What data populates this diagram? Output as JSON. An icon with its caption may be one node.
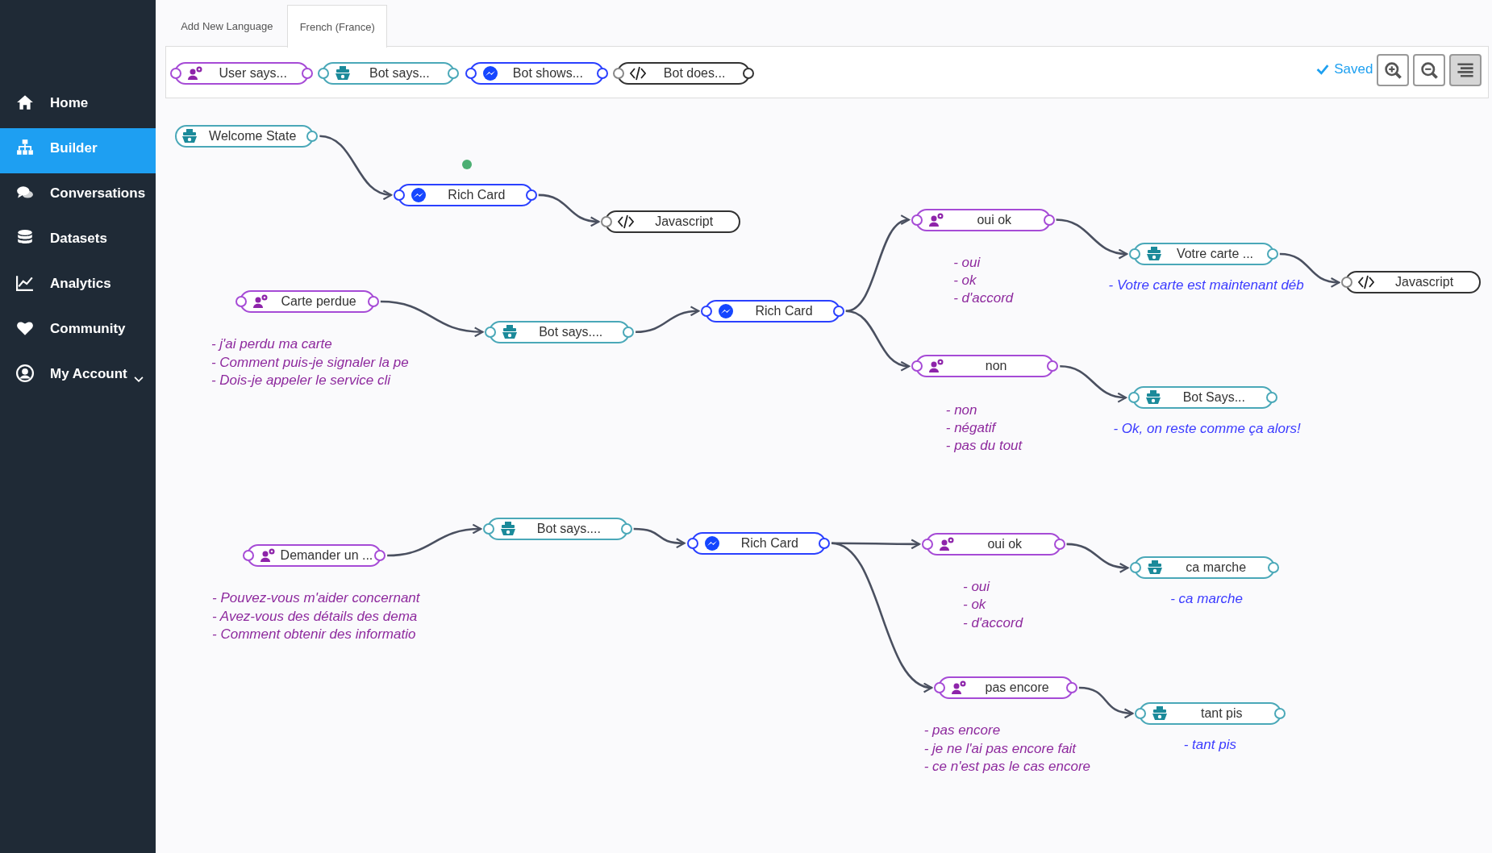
{
  "diagram": {
    "nodes": [
      {
        "text": [
          "User says..."
        ]
      },
      {
        "text": [
          "Bot says..."
        ]
      },
      {
        "text": [
          "Bot shows..."
        ]
      },
      {
        "text": [
          "Bot does..."
        ]
      },
      {
        "text": [
          "Welcome State"
        ]
      },
      {
        "text": [
          "Rich Card"
        ]
      },
      {
        "text": [
          "Javascript"
        ]
      },
      {
        "text": [
          "Carte perdue"
        ],
        "beside": [
          "- j'ai perdu ma carte",
          "- Comment puis-je signaler la pe",
          "- Dois-je appeler le service cli"
        ]
      },
      {
        "text": [
          "Bot says...."
        ]
      },
      {
        "text": [
          "Rich Card"
        ]
      },
      {
        "text": [
          "oui ok"
        ],
        "beside": [
          "- oui",
          "- ok",
          "- d'accord"
        ]
      },
      {
        "text": [
          "Votre carte ..."
        ],
        "beside": [
          "- Votre carte est maintenant déb"
        ]
      },
      {
        "text": [
          "Javascript"
        ]
      },
      {
        "text": [
          "non"
        ],
        "beside": [
          "- non",
          "- négatif",
          "- pas du tout"
        ]
      },
      {
        "text": [
          "Bot Says..."
        ],
        "beside": [
          "- Ok, on reste comme ça alors!"
        ]
      },
      {
        "text": [
          "Demander un ..."
        ],
        "beside": [
          "- Pouvez-vous m'aider concernant",
          "- Avez-vous des détails des dema",
          "- Comment obtenir des informatio"
        ]
      },
      {
        "text": [
          "Bot says...."
        ]
      },
      {
        "text": [
          "Rich Card"
        ]
      },
      {
        "text": [
          "oui ok"
        ],
        "beside": [
          "- oui",
          "- ok",
          "- d'accord"
        ]
      },
      {
        "text": [
          "ca marche"
        ],
        "beside": [
          "- ca marche"
        ]
      },
      {
        "text": [
          "pas encore"
        ],
        "beside": [
          "- pas encore",
          "- je ne l'ai pas encore fait",
          "- ce n'est pas le cas encore"
        ]
      },
      {
        "text": [
          "tant pis"
        ],
        "beside": [
          "- tant pis"
        ]
      }
    ],
    "edges": [
      {
        "from": 4,
        "to": 5,
        "arrow": "to"
      },
      {
        "from": 5,
        "to": 6,
        "arrow": "to"
      },
      {
        "from": 7,
        "to": 8,
        "arrow": "to"
      },
      {
        "from": 8,
        "to": 9,
        "arrow": "to"
      },
      {
        "from": 9,
        "to": 10,
        "arrow": "to"
      },
      {
        "from": 9,
        "to": 13,
        "arrow": "to"
      },
      {
        "from": 10,
        "to": 11,
        "arrow": "to"
      },
      {
        "from": 11,
        "to": 12,
        "arrow": "to"
      },
      {
        "from": 13,
        "to": 14,
        "arrow": "to"
      },
      {
        "from": 15,
        "to": 16,
        "arrow": "to"
      },
      {
        "from": 16,
        "to": 17,
        "arrow": "to"
      },
      {
        "from": 17,
        "to": 18,
        "arrow": "to"
      },
      {
        "from": 17,
        "to": 20,
        "arrow": "to"
      },
      {
        "from": 18,
        "to": 19,
        "arrow": "to"
      },
      {
        "from": 20,
        "to": 21,
        "arrow": "to"
      }
    ],
    "labels": [
      "Add New Language",
      "French (France)",
      "Home",
      "Builder",
      "Conversations",
      "Datasets",
      "Analytics",
      "Community",
      "My Account",
      "Saved"
    ]
  }
}
